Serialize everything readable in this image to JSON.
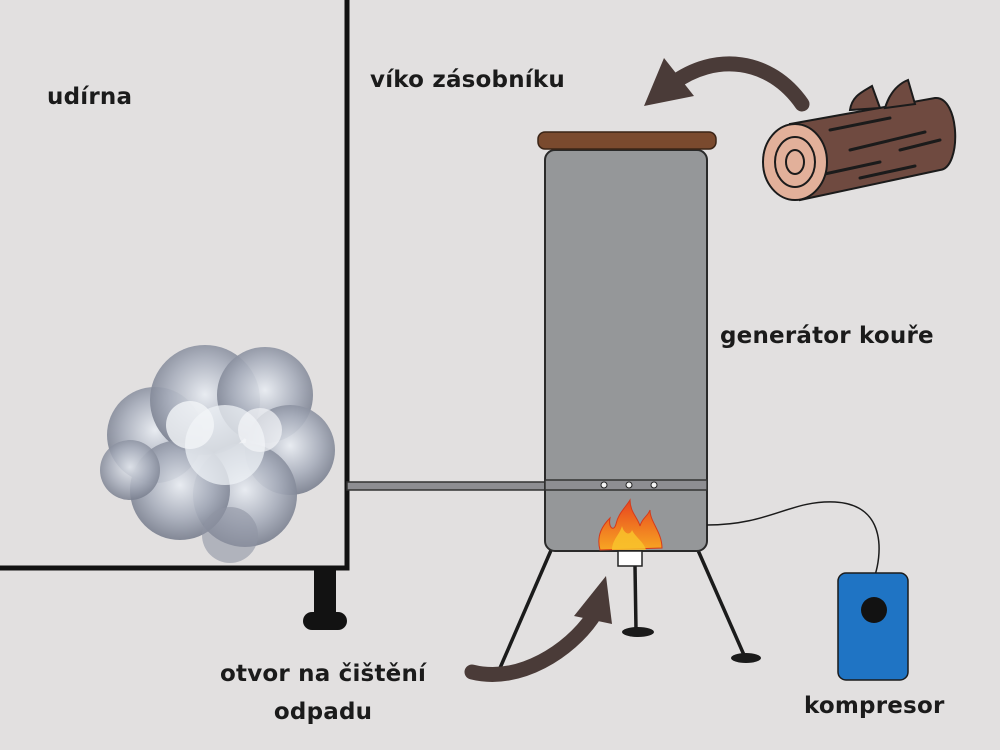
{
  "labels": {
    "smokehouse": "udírna",
    "hopper_lid": "víko zásobníku",
    "smoke_generator": "generátor kouře",
    "cleaning_opening_line1": "otvor na čištění",
    "cleaning_opening_line2": "odpadu",
    "compressor": "kompresor"
  },
  "colors": {
    "background": "#e2e0e0",
    "generator_body": "#959799",
    "lid": "#7a4a2e",
    "compressor": "#1f74c4",
    "arrow": "#4a3b38",
    "log_wood": "#e2b09a",
    "flame": "#f2602c"
  }
}
